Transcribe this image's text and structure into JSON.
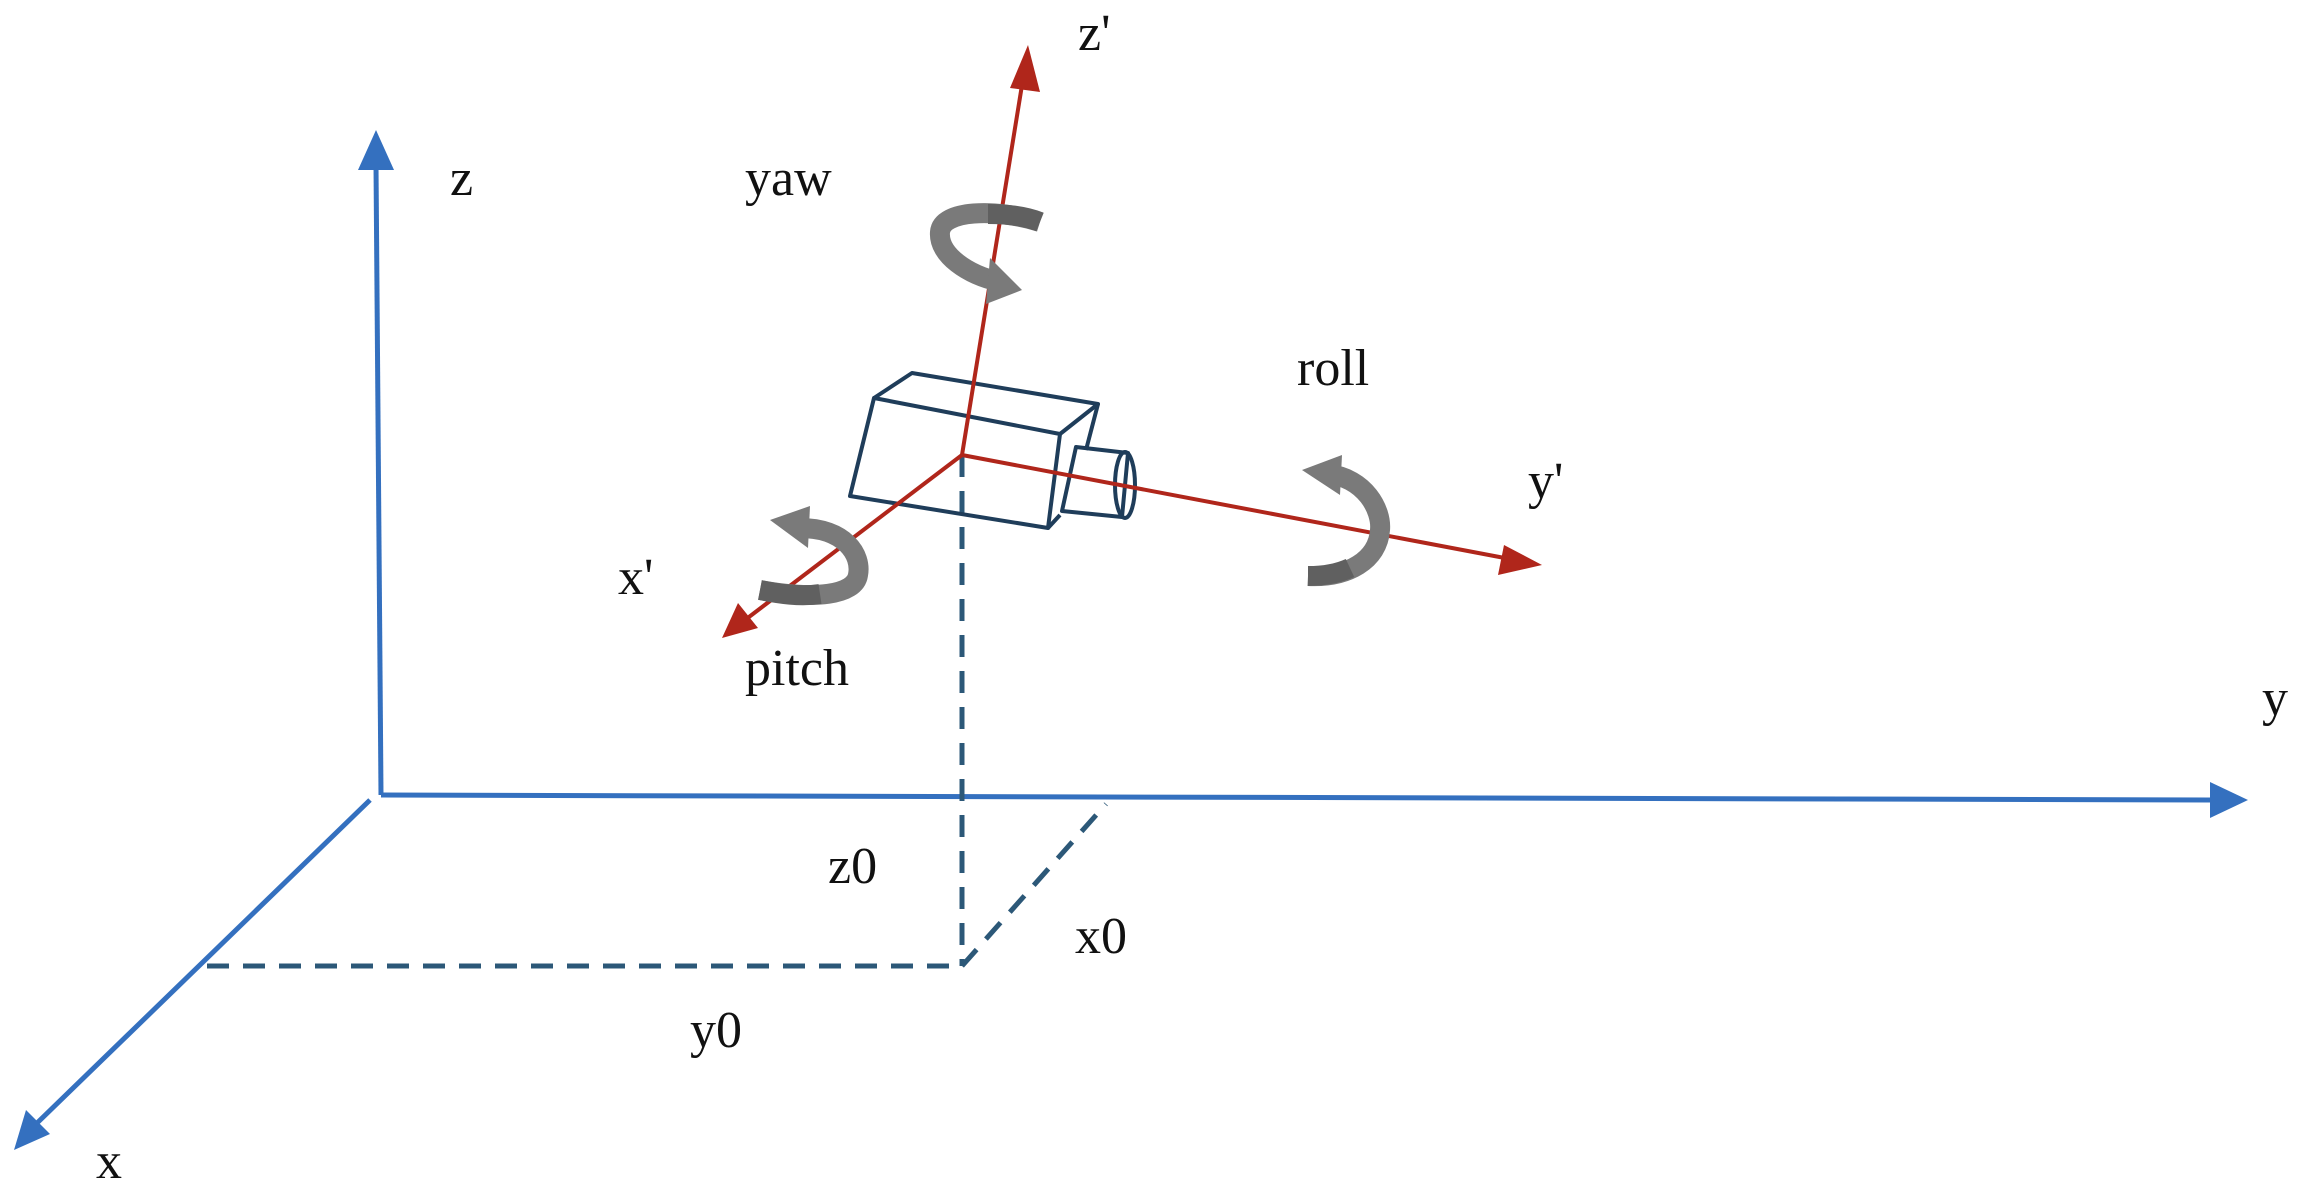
{
  "colors": {
    "world_axes": "#3470BF",
    "camera_axes": "#B0261B",
    "camera_body": "#1F3D5A",
    "projection_lines": "#2C5878",
    "rotation_arrows": "#7A7A7A"
  },
  "labels": {
    "z": "z",
    "y": "y",
    "x": "x",
    "z_prime": "z'",
    "y_prime": "y'",
    "x_prime": "x'",
    "yaw": "yaw",
    "roll": "roll",
    "pitch": "pitch",
    "x0": "x0",
    "y0": "y0",
    "z0": "z0"
  },
  "icons": {
    "camera": "camera-icon",
    "yaw_rotation": "rotation-arrow-icon",
    "roll_rotation": "rotation-arrow-icon",
    "pitch_rotation": "rotation-arrow-icon"
  }
}
